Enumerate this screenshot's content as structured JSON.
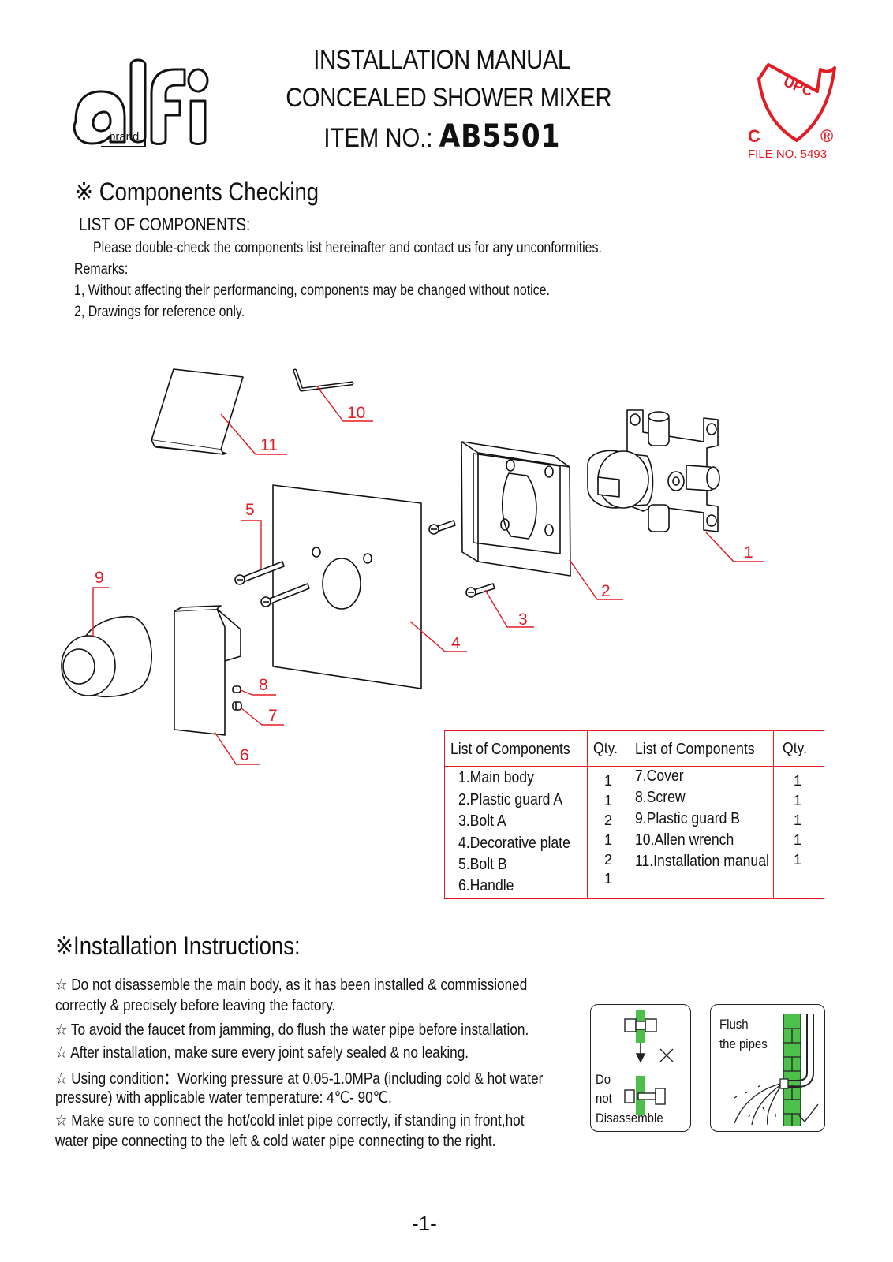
{
  "header": {
    "logo": {
      "text": "alfi",
      "sub": "brand"
    },
    "title_line1": "INSTALLATION MANUAL",
    "title_line2": "CONCEALED SHOWER MIXER",
    "item_label": "ITEM NO.:",
    "item_number": "AB5501",
    "cert": {
      "mark": "UPC",
      "left": "C",
      "right": "®",
      "file_no": "FILE NO. 5493",
      "color": "#e31b23"
    }
  },
  "components_checking": {
    "heading": "※  Components Checking",
    "subheading": "LIST OF COMPONENTS:",
    "intro": "Please double-check the components list hereinafter and contact us for any unconformities.",
    "remarks_label": "Remarks:",
    "remarks": [
      "1, Without affecting their performancing, components may be changed without  notice.",
      "2, Drawings for reference only."
    ]
  },
  "diagram": {
    "callouts": [
      "1",
      "2",
      "3",
      "4",
      "5",
      "6",
      "7",
      "8",
      "9",
      "10",
      "11"
    ],
    "callout_color": "#e31b23"
  },
  "components_table": {
    "headers": {
      "name": "List of Components",
      "qty": "Qty."
    },
    "left": [
      {
        "name": "1.Main body",
        "qty": "1"
      },
      {
        "name": "2.Plastic guard A",
        "qty": "1"
      },
      {
        "name": "3.Bolt A",
        "qty": "2"
      },
      {
        "name": "4.Decorative plate",
        "qty": "1"
      },
      {
        "name": "5.Bolt B",
        "qty": "2"
      },
      {
        "name": "6.Handle",
        "qty": "1"
      }
    ],
    "right": [
      {
        "name": "7.Cover",
        "qty": "1"
      },
      {
        "name": "8.Screw",
        "qty": "1"
      },
      {
        "name": "9.Plastic guard B",
        "qty": "1"
      },
      {
        "name": "10.Allen wrench",
        "qty": "1"
      },
      {
        "name": "11.Installation manual",
        "qty": "1"
      }
    ]
  },
  "installation": {
    "heading": "※Installation Instructions:",
    "lines": [
      "☆ Do not disassemble the main body, as it has been installed & commissioned",
      "correctly & precisely before leaving the factory.",
      "☆ To avoid the faucet from jamming, do flush the water pipe before installation.",
      "☆ After installation, make sure every joint safely sealed & no leaking.",
      "☆ Using condition：Working pressure at 0.05-1.0MPa (including cold & hot water",
      "pressure) with applicable water temperature: 4℃- 90℃.",
      "☆ Make sure to connect the hot/cold inlet pipe correctly, if standing in front,hot",
      "   water pipe connecting to the left & cold water pipe connecting to the right."
    ],
    "panel_disassemble": {
      "line1": "Do",
      "line2": "not",
      "line3": "Disassemble"
    },
    "panel_flush": {
      "line1": "Flush",
      "line2": "the pipes"
    },
    "accent_green": "#4cc04a"
  },
  "page_number": "-1-"
}
